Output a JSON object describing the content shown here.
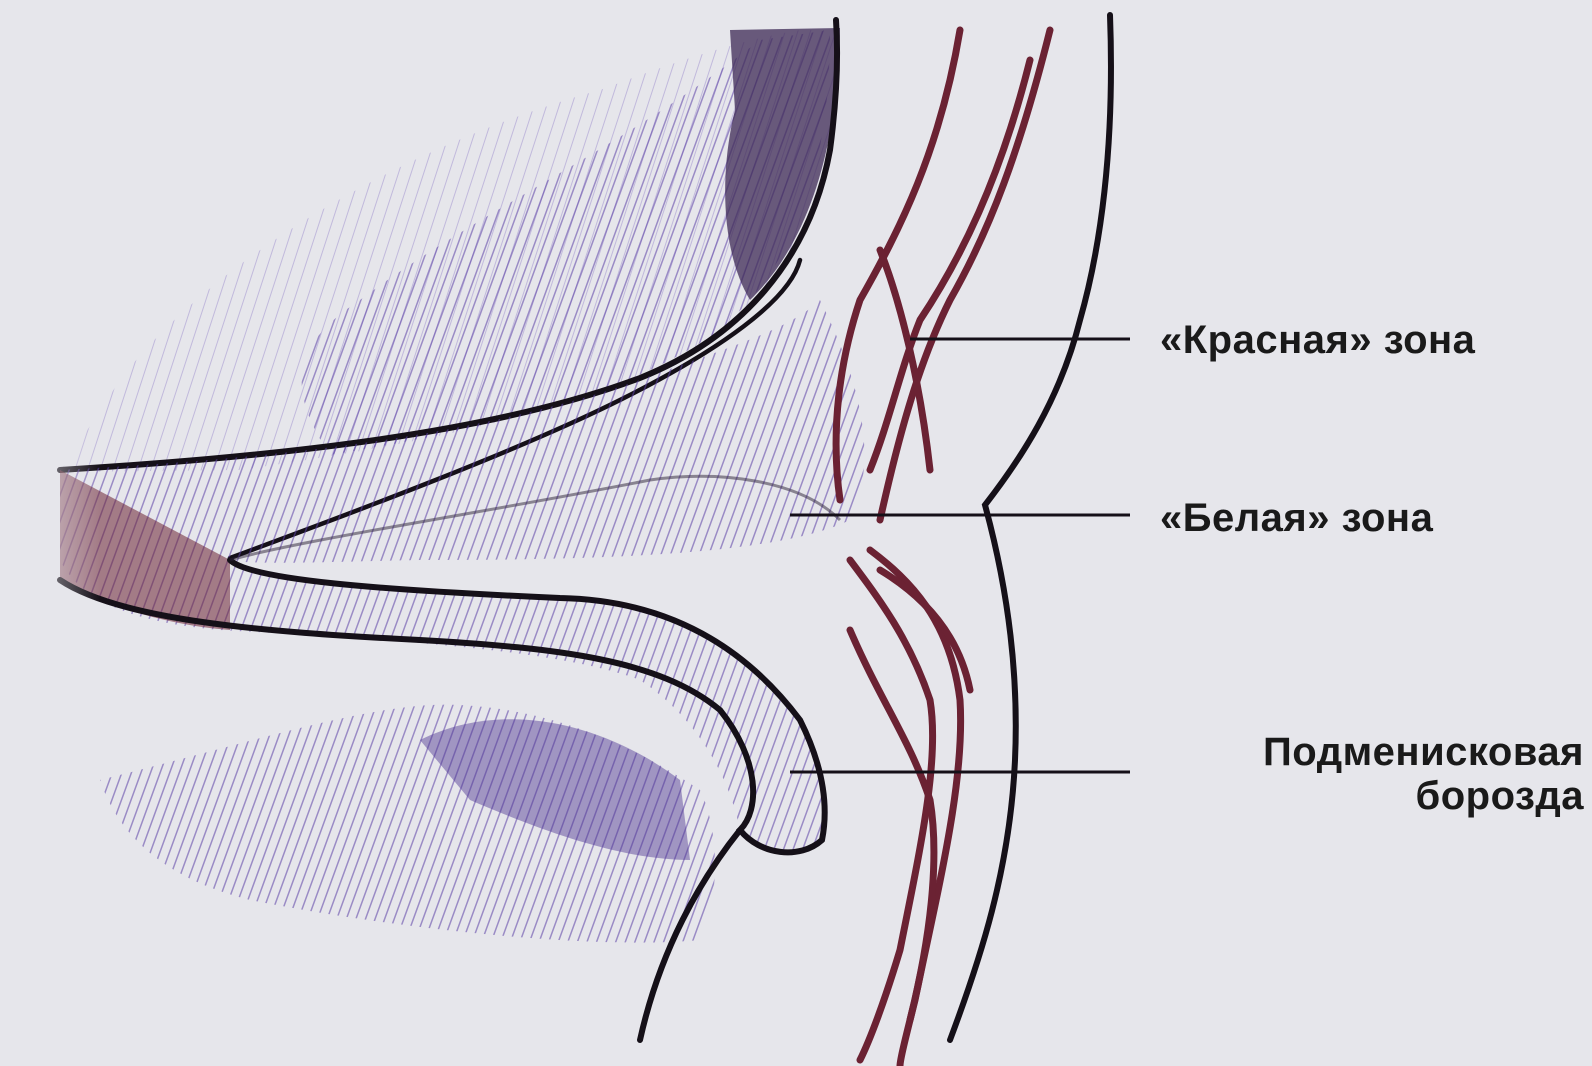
{
  "labels": {
    "red_zone": "«Красная» зона",
    "white_zone": "«Белая» зона",
    "submeniscal_groove_line1": "Подменисковая",
    "submeniscal_groove_line2": "борозда"
  },
  "colors": {
    "background": "#e6e6eb",
    "tissue_purple": "#6a4fb0",
    "tissue_dark": "#3d2a55",
    "vessel_red": "#6b2233",
    "outline": "#151018",
    "label_text": "#1a1a1a"
  }
}
